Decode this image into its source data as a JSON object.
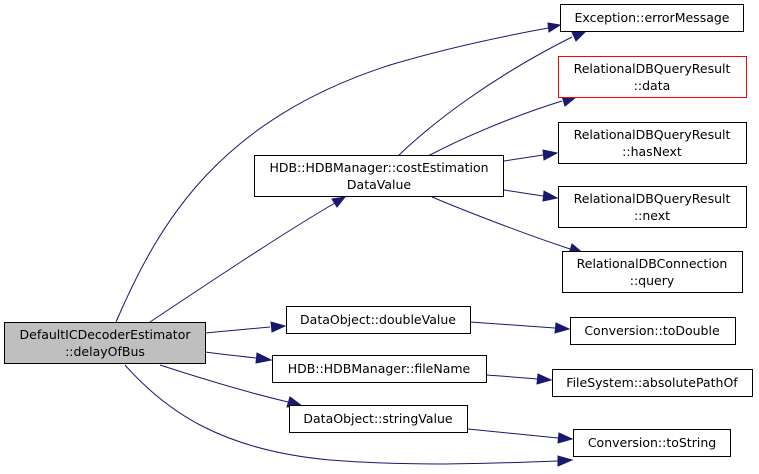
{
  "nodes": {
    "root": {
      "line1": "DefaultICDecoderEstimator",
      "line2": "::delayOfBus"
    },
    "cost": {
      "line1": "HDB::HDBManager::costEstimation",
      "line2": "DataValue"
    },
    "err": {
      "line1": "Exception::errorMessage"
    },
    "rdata": {
      "line1": "RelationalDBQueryResult",
      "line2": "::data"
    },
    "hasnext": {
      "line1": "RelationalDBQueryResult",
      "line2": "::hasNext"
    },
    "next": {
      "line1": "RelationalDBQueryResult",
      "line2": "::next"
    },
    "query": {
      "line1": "RelationalDBConnection",
      "line2": "::query"
    },
    "dbl": {
      "line1": "DataObject::doubleValue"
    },
    "fname": {
      "line1": "HDB::HDBManager::fileName"
    },
    "sval": {
      "line1": "DataObject::stringValue"
    },
    "todbl": {
      "line1": "Conversion::toDouble"
    },
    "abspath": {
      "line1": "FileSystem::absolutePathOf"
    },
    "tostr": {
      "line1": "Conversion::toString"
    }
  },
  "colors": {
    "edge": "#191970",
    "root_fill": "#bfbfbf",
    "highlight_border": "#ff0000"
  }
}
